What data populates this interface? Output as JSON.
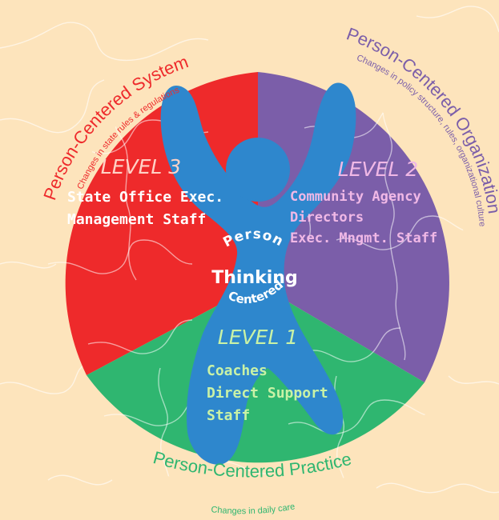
{
  "colors": {
    "background": "#fde4bc",
    "puzzle_lines": "#ffffff",
    "level3": "#ee2a2b",
    "level2": "#7b5ea9",
    "level1": "#2fb670",
    "figure": "#2e87cd",
    "arc_system": "#ee2a2b",
    "arc_organization": "#7b5ea9",
    "arc_practice": "#2fb670",
    "level3_text": "#ffd2c6",
    "level2_text": "#f0b8e6",
    "level1_text": "#c9f2a6"
  },
  "arcs": {
    "system_title": "Person-Centered System",
    "system_sub": "Changes in state rules & regulations",
    "organization_title": "Person-Centered Organization",
    "organization_sub": "Changes in policy structure, rules, organizational culture",
    "practice_title": "Person-Centered Practice",
    "practice_sub": "Changes in daily care"
  },
  "segments": {
    "level3": {
      "title": "LEVEL 3",
      "line1": "State Office Exec.",
      "line2": "Management Staff"
    },
    "level2": {
      "title": "LEVEL 2",
      "line1": "Community Agency",
      "line2": "Directors",
      "line3": "Exec. Mngmt. Staff"
    },
    "level1": {
      "title": "LEVEL 1",
      "line1": "Coaches",
      "line2": "Direct Support",
      "line3": "Staff"
    }
  },
  "center": {
    "top": "Person",
    "middle": "Thinking",
    "bottom": "Centered"
  }
}
